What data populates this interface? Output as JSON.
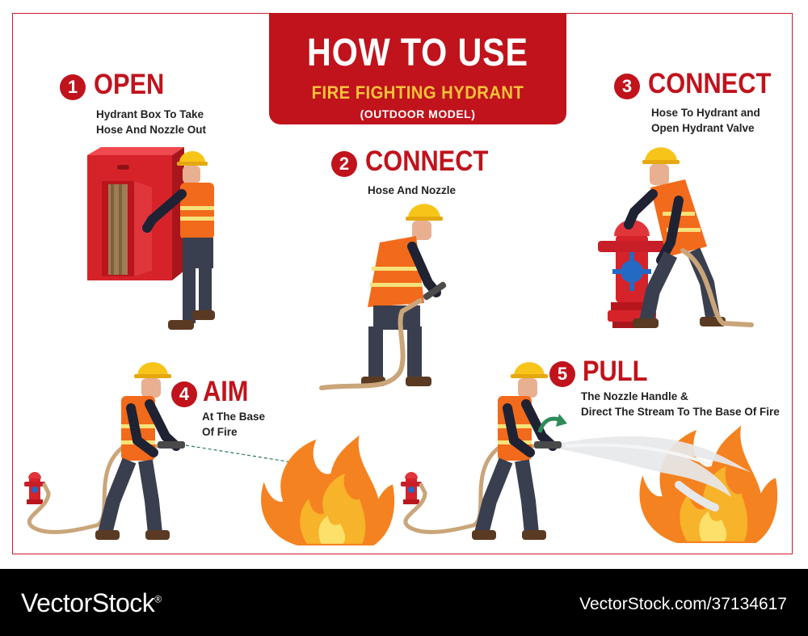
{
  "header": {
    "line1": "HOW TO USE",
    "line2": "FIRE FIGHTING HYDRANT",
    "line3": "(OUTDOOR MODEL)"
  },
  "steps": [
    {
      "number": "1",
      "title": "OPEN",
      "desc_line1": "Hydrant Box To Take",
      "desc_line2": "Hose And Nozzle Out"
    },
    {
      "number": "2",
      "title": "CONNECT",
      "desc_line1": "Hose And Nozzle",
      "desc_line2": ""
    },
    {
      "number": "3",
      "title": "CONNECT",
      "desc_line1": "Hose To Hydrant and",
      "desc_line2": "Open Hydrant Valve"
    },
    {
      "number": "4",
      "title": "AIM",
      "desc_line1": "At The Base",
      "desc_line2": "Of Fire"
    },
    {
      "number": "5",
      "title": "PULL",
      "desc_line1": "The Nozzle Handle &",
      "desc_line2": "Direct The Stream To The Base Of Fire"
    }
  ],
  "footer": {
    "brand": "VectorStock",
    "brand_mark": "®",
    "code": "VectorStock.com/37134617"
  },
  "colors": {
    "accent_red": "#c0131c",
    "accent_yellow": "#f6c23a",
    "vest_orange": "#f26a1b",
    "helmet_yellow": "#f7c51a",
    "hose_tan": "#c9a57a"
  },
  "icons": [
    "hydrant-box-icon",
    "worker-icon",
    "hydrant-icon",
    "fire-icon",
    "water-stream-icon",
    "curved-arrow-icon",
    "nozzle-icon"
  ]
}
